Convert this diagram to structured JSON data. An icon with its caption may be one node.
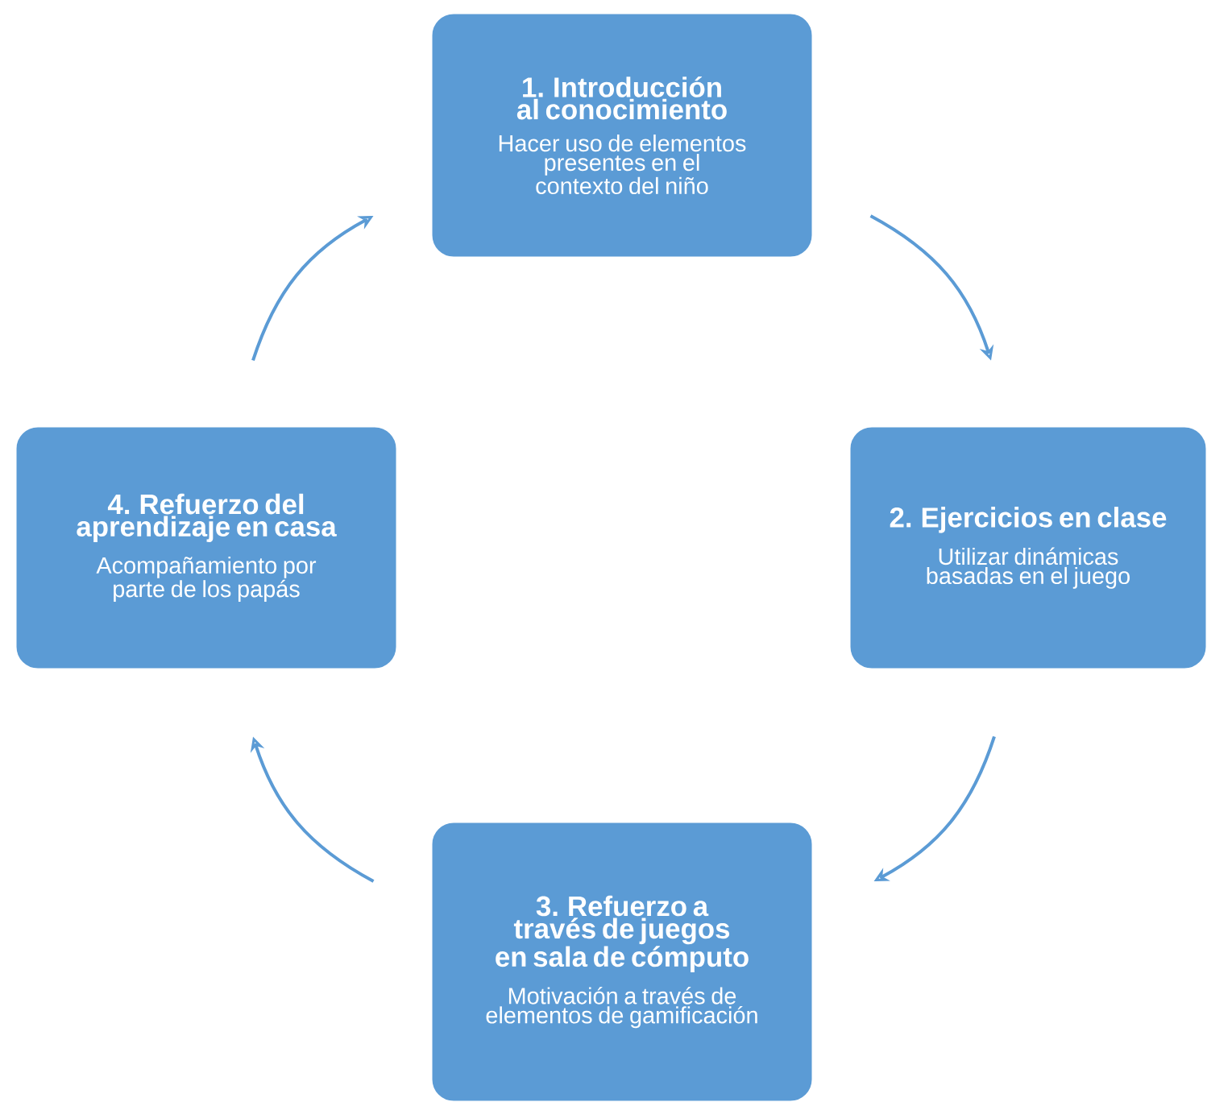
{
  "diagram": {
    "nodes": [
      {
        "text": [
          "1. Introducción al conocimiento",
          "Hacer uso de elementos presentes en el contexto del niño"
        ]
      },
      {
        "text": [
          "2. Ejercicios en clase",
          "Utilizar dinámicas basadas en el juego"
        ]
      },
      {
        "text": [
          "3. Refuerzo a través de juegos en sala de cómputo",
          "Motivación a través de elementos de gamificación"
        ]
      },
      {
        "text": [
          "4. Refuerzo del aprendizaje en casa",
          "Acompañamiento por parte de los papás"
        ]
      }
    ],
    "edges": [
      {
        "from": 0,
        "to": 1,
        "arrow": "to"
      },
      {
        "from": 1,
        "to": 2,
        "arrow": "to"
      },
      {
        "from": 2,
        "to": 3,
        "arrow": "to"
      },
      {
        "from": 3,
        "to": 0,
        "arrow": "to"
      }
    ]
  }
}
